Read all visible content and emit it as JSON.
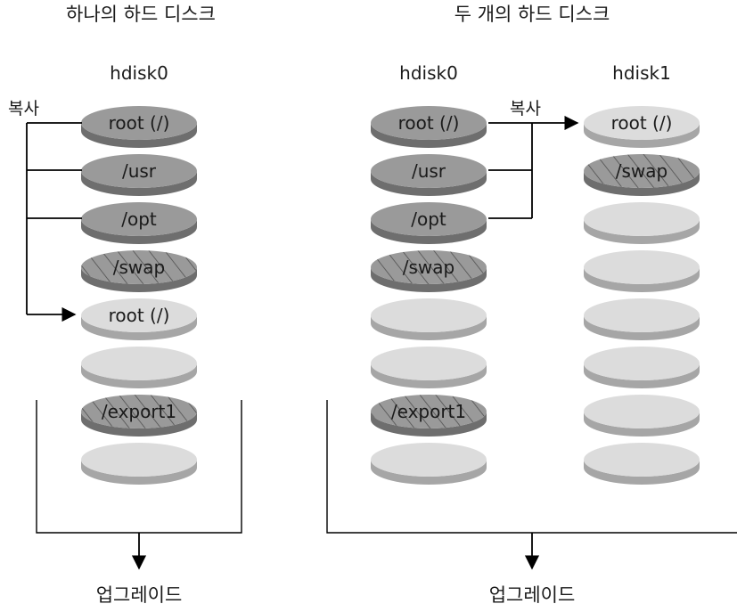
{
  "scenarios": [
    {
      "title": "하나의 하드 디스크",
      "disks": [
        {
          "name": "hdisk0",
          "slices": [
            {
              "label": "root (/)",
              "type": "dark"
            },
            {
              "label": "/usr",
              "type": "dark"
            },
            {
              "label": "/opt",
              "type": "dark"
            },
            {
              "label": "/swap",
              "type": "hatched"
            },
            {
              "label": "root (/)",
              "type": "light"
            },
            {
              "label": "",
              "type": "light"
            },
            {
              "label": "/export1",
              "type": "hatched"
            },
            {
              "label": "",
              "type": "light"
            }
          ]
        }
      ],
      "copy_label": "복사",
      "upgrade_label": "업그레이드"
    },
    {
      "title": "두 개의 하드 디스크",
      "disks": [
        {
          "name": "hdisk0",
          "slices": [
            {
              "label": "root (/)",
              "type": "dark"
            },
            {
              "label": "/usr",
              "type": "dark"
            },
            {
              "label": "/opt",
              "type": "dark"
            },
            {
              "label": "/swap",
              "type": "hatched"
            },
            {
              "label": "",
              "type": "light"
            },
            {
              "label": "",
              "type": "light"
            },
            {
              "label": "/export1",
              "type": "hatched"
            },
            {
              "label": "",
              "type": "light"
            }
          ]
        },
        {
          "name": "hdisk1",
          "slices": [
            {
              "label": "root (/)",
              "type": "light"
            },
            {
              "label": "/swap",
              "type": "hatched"
            },
            {
              "label": "",
              "type": "light"
            },
            {
              "label": "",
              "type": "light"
            },
            {
              "label": "",
              "type": "light"
            },
            {
              "label": "",
              "type": "light"
            },
            {
              "label": "",
              "type": "light"
            },
            {
              "label": "",
              "type": "light"
            }
          ]
        }
      ],
      "copy_label": "복사",
      "upgrade_label": "업그레이드"
    }
  ],
  "colors": {
    "dark_top": "#9a9a9a",
    "dark_side": "#6e6e6e",
    "light_top": "#dcdcdc",
    "light_side": "#a6a6a6",
    "hatch_line": "#505050",
    "line": "#000000"
  }
}
